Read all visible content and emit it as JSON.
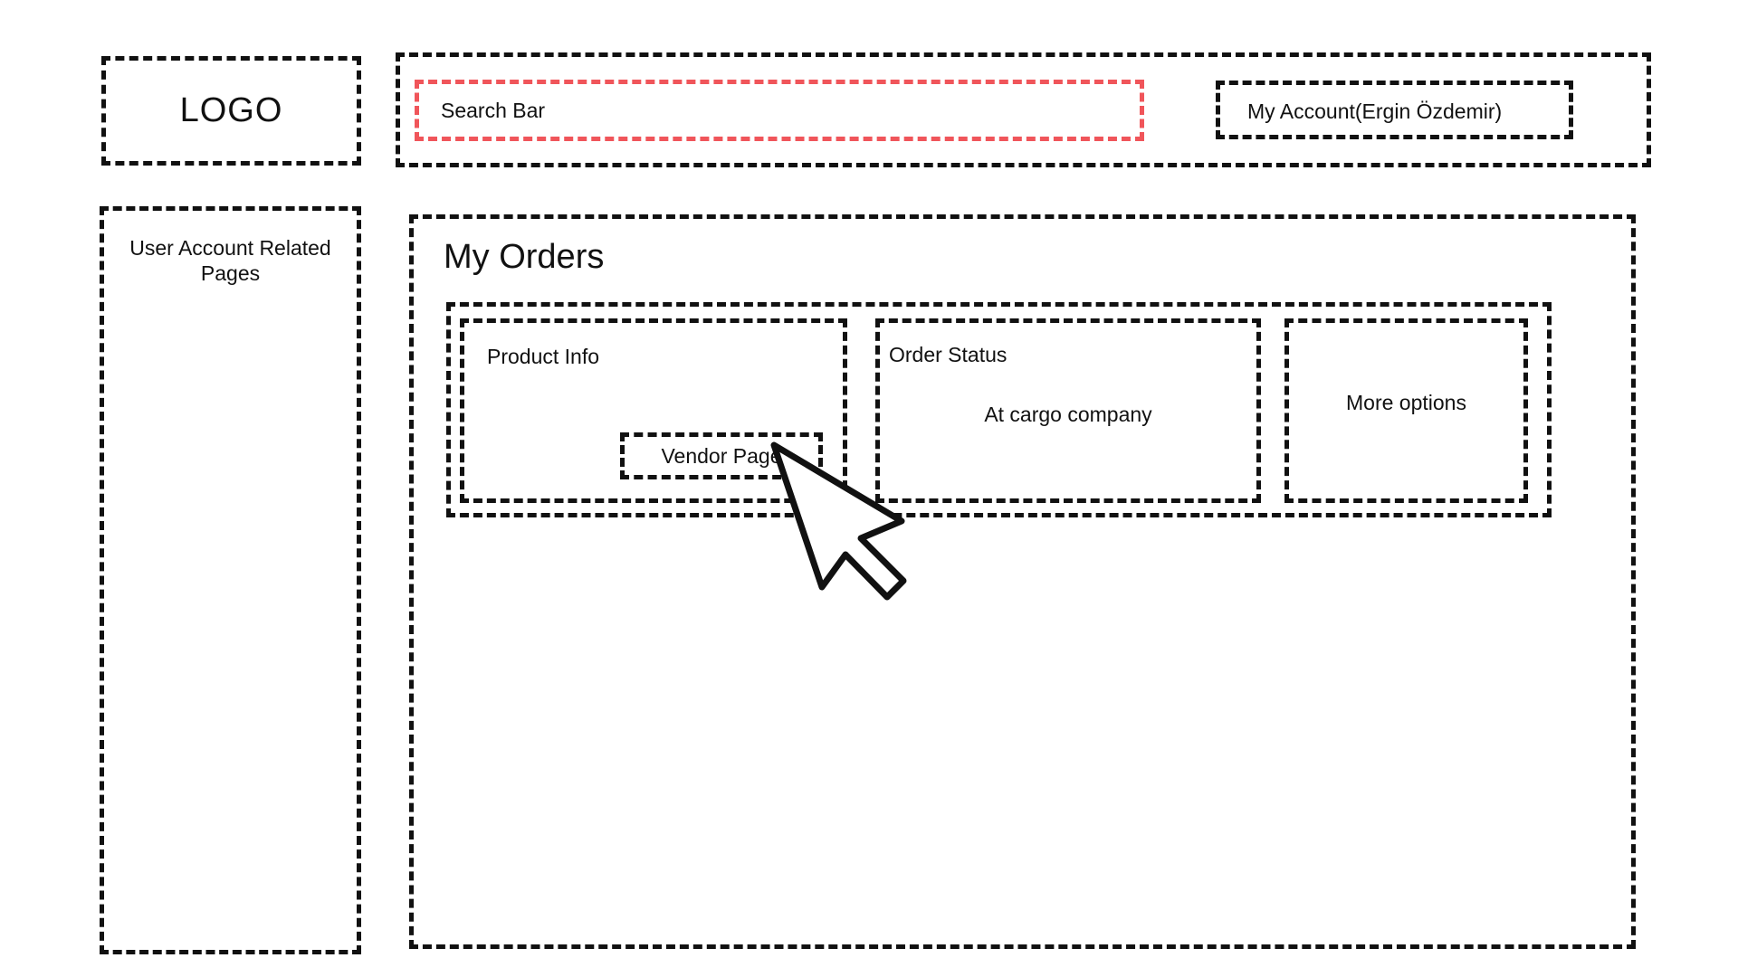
{
  "header": {
    "logo": "LOGO",
    "search": {
      "label": "Search Bar"
    },
    "account": {
      "label": "My Account(Ergin Özdemir)"
    }
  },
  "sidebar": {
    "label": "User Account Related Pages"
  },
  "main": {
    "title": "My Orders",
    "order": {
      "product": {
        "title": "Product Info",
        "vendor_button": "Vendor Page"
      },
      "status": {
        "title": "Order Status",
        "value": "At cargo company"
      },
      "more": {
        "label": "More options"
      }
    }
  },
  "colors": {
    "outline": "#111111",
    "search_outline": "#f0555a"
  },
  "icons": {
    "cursor": "mouse-pointer-icon"
  }
}
